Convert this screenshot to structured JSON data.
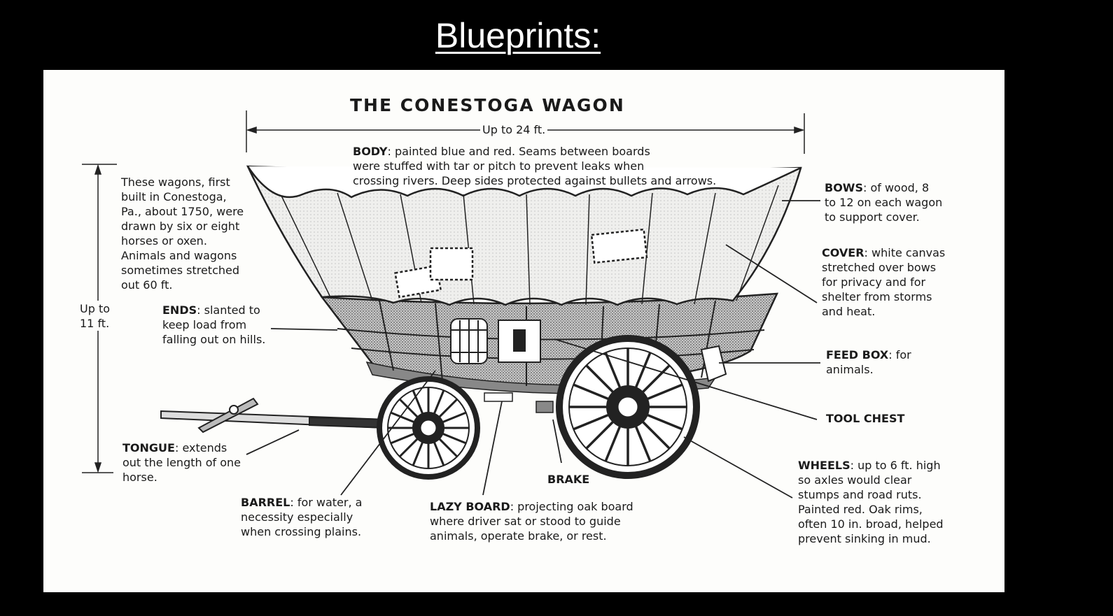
{
  "slide": {
    "title": "Blueprints:"
  },
  "diagram": {
    "title": "THE CONESTOGA WAGON",
    "length_dimension": "Up to 24 ft.",
    "height_dimension": "Up to\n11 ft.",
    "intro": "These wagons, first\nbuilt in Conestoga,\nPa., about 1750, were\ndrawn by six or eight\nhorses or oxen.\nAnimals and wagons\nsometimes stretched\nout 60 ft.",
    "labels": {
      "body": {
        "name": "BODY",
        "text": "painted blue and red. Seams between boards\nwere stuffed with tar or pitch to prevent leaks when\ncrossing rivers. Deep sides protected against bullets and arrows."
      },
      "bows": {
        "name": "BOWS",
        "text": "of wood, 8\nto 12 on each wagon\nto support cover."
      },
      "cover": {
        "name": "COVER",
        "text": "white canvas\nstretched over bows\nfor privacy and for\nshelter from storms\nand heat."
      },
      "ends": {
        "name": "ENDS",
        "text": "slanted to\nkeep load from\nfalling out on hills."
      },
      "feed_box": {
        "name": "FEED BOX",
        "text": "for\nanimals."
      },
      "tool_chest": {
        "name": "TOOL CHEST",
        "text": ""
      },
      "tongue": {
        "name": "TONGUE",
        "text": "extends\nout the length of one\nhorse."
      },
      "brake": {
        "name": "BRAKE",
        "text": ""
      },
      "barrel": {
        "name": "BARREL",
        "text": "for water, a\nnecessity especially\nwhen crossing plains."
      },
      "lazy_board": {
        "name": "LAZY BOARD",
        "text": "projecting oak board\nwhere driver sat or stood to guide\nanimals, operate brake, or rest."
      },
      "wheels": {
        "name": "WHEELS",
        "text": "up to 6 ft. high\nso axles would clear\nstumps and road ruts.\nPainted red. Oak rims,\noften 10 in. broad, helped\nprevent sinking in mud."
      }
    }
  }
}
